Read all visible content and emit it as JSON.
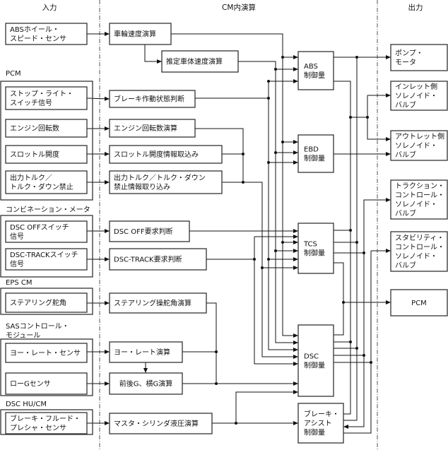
{
  "headers": {
    "input": "入力",
    "process": "CM内演算",
    "output": "出力"
  },
  "groups": {
    "pcm": "PCM",
    "combination_meter": "コンビネーション・メータ",
    "eps_cm": "EPS CM",
    "sas": [
      "SASコントロール・",
      "モジュール"
    ],
    "dsc_hu_cm": "DSC HU/CM"
  },
  "inputs": {
    "abs_wheel_speed_sensor": [
      "ABSホイール・",
      "スピード・センサ"
    ],
    "stop_light_switch": [
      "ストップ・ライト・",
      "スイッチ信号"
    ],
    "engine_rpm": [
      "エンジン回転数"
    ],
    "throttle_opening": [
      "スロットル開度"
    ],
    "torque": [
      "出力トルク／",
      "トルク・ダウン禁止"
    ],
    "dsc_off_switch": [
      "DSC OFFスイッチ",
      "信号"
    ],
    "dsc_track_switch": [
      "DSC-TRACKスイッチ",
      "信号"
    ],
    "steering_angle": [
      "ステアリング舵角"
    ],
    "yaw_rate_sensor": [
      "ヨー・レート・センサ"
    ],
    "low_g_sensor": [
      "ローGセンサ"
    ],
    "brake_fluid_pressure_sensor": [
      "ブレーキ・フルード・",
      "プレシャ・センサ"
    ]
  },
  "process": {
    "wheel_speed_calc": [
      "車輪速度演算"
    ],
    "vehicle_speed_est": [
      "推定車体速度演算"
    ],
    "brake_state": [
      "ブレーキ作動状態判断"
    ],
    "engine_rpm_calc": [
      "エンジン回転数演算"
    ],
    "throttle_info": [
      "スロットル開度情報取込み"
    ],
    "torque_info": [
      "出力トルク／トルク・ダウン",
      "禁止情報取り込み"
    ],
    "dsc_off_judge": [
      "DSC OFF要求判断"
    ],
    "dsc_track_judge": [
      "DSC-TRACK要求判断"
    ],
    "steering_calc": [
      "ステアリング操舵角演算"
    ],
    "yaw_rate_calc": [
      "ヨー・レート演算"
    ],
    "g_calc": [
      "前後G、横G演算"
    ],
    "master_cyl_calc": [
      "マスタ・シリンダ液圧演算"
    ]
  },
  "control": {
    "abs": [
      "ABS",
      "制御量"
    ],
    "ebd": [
      "EBD",
      "制御量"
    ],
    "tcs": [
      "TCS",
      "制御量"
    ],
    "dsc": [
      "DSC",
      "制御量"
    ],
    "brake_assist": [
      "ブレーキ・",
      "アシスト",
      "制御量"
    ]
  },
  "outputs": {
    "pump_motor": [
      "ポンプ・",
      "モータ"
    ],
    "inlet_valve": [
      "インレット側",
      "ソレノイド・",
      "バルブ"
    ],
    "outlet_valve": [
      "アウトレット側",
      "ソレノイド・",
      "バルブ"
    ],
    "traction_valve": [
      "トラクション・",
      "コントロール・",
      "ソレノイド・",
      "バルブ"
    ],
    "stability_valve": [
      "スタビリティ・",
      "コントロール・",
      "ソレノイド・",
      "バルブ"
    ],
    "pcm": [
      "PCM"
    ]
  }
}
